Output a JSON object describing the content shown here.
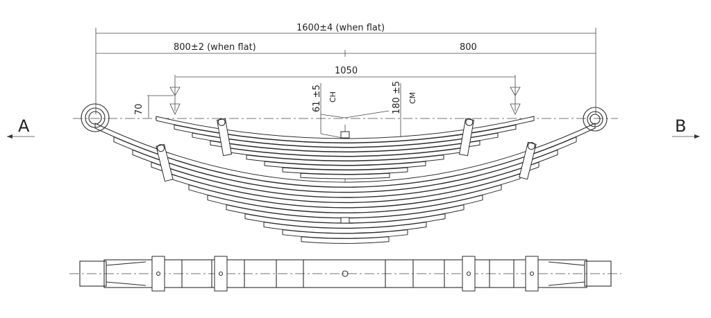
{
  "drawing": {
    "dimensions": {
      "overall_length": "1600±4 (when flat)",
      "half_length_left": "800±2 (when flat)",
      "half_length_right": "800",
      "helper_span": "1050",
      "height_70": "70",
      "camber_helper": "61 ±5",
      "camber_helper_label": "CH",
      "camber_main": "180 ±5",
      "camber_main_label": "CM"
    },
    "views": {
      "left_label": "A",
      "right_label": "B"
    },
    "colors": {
      "line": "#2a2a2a",
      "background": "#ffffff"
    }
  }
}
